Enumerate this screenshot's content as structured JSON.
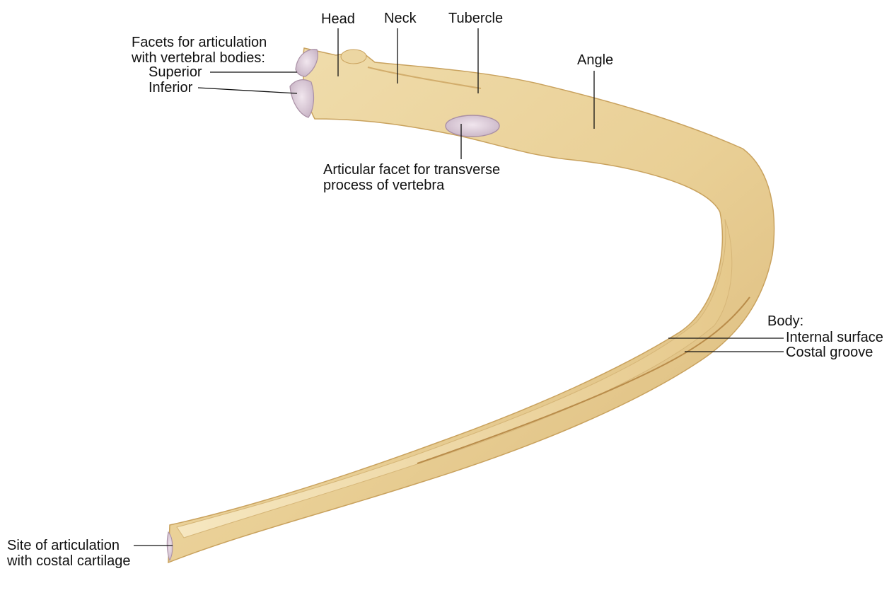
{
  "labels": {
    "facets_title_line1": "Facets for articulation",
    "facets_title_line2": "with vertebral bodies:",
    "superior": "Superior",
    "inferior": "Inferior",
    "head": "Head",
    "neck": "Neck",
    "tubercle": "Tubercle",
    "angle": "Angle",
    "articular_line1": "Articular facet for transverse",
    "articular_line2": "process of vertebra",
    "body_title": "Body:",
    "internal_surface": "Internal surface",
    "costal_groove": "Costal groove",
    "site_line1": "Site of articulation",
    "site_line2": "with costal cartilage"
  },
  "colors": {
    "bone": "#e9cf95",
    "bone_light": "#f3e2b6",
    "bone_shadow": "#cfa866",
    "cartilage": "#d9c9d6",
    "text": "#111111"
  }
}
